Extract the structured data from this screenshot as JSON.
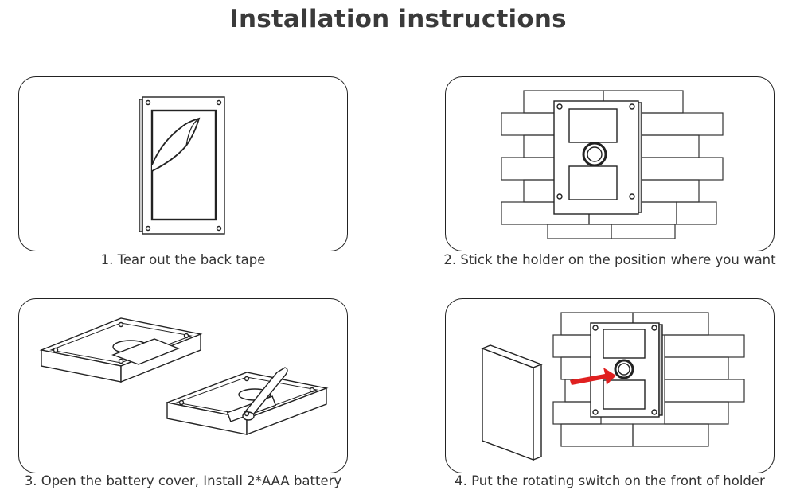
{
  "title": "Installation instructions",
  "steps": [
    {
      "caption": "1. Tear out the back tape"
    },
    {
      "caption": "2. Stick the holder on the position where you want"
    },
    {
      "caption": "3. Open the battery cover, Install 2*AAA battery"
    },
    {
      "caption": "4. Put the rotating switch on the front of holder"
    }
  ],
  "colors": {
    "line": "#222222",
    "arrow": "#e02020",
    "text": "#333333"
  }
}
